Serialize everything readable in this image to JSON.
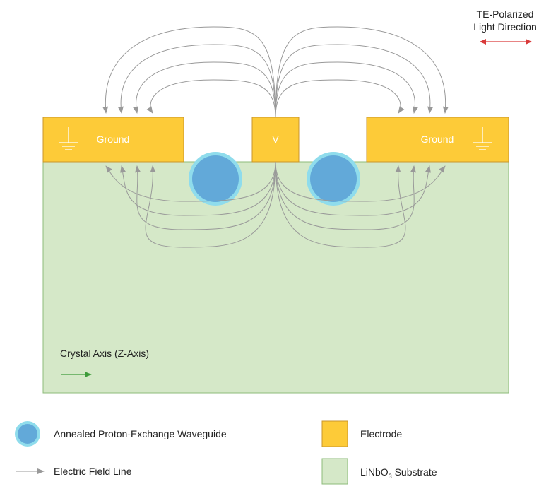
{
  "diagram": {
    "polarization": {
      "line1": "TE-Polarized",
      "line2": "Light Direction"
    },
    "electrodes": {
      "left": "Ground",
      "center": "V",
      "right": "Ground"
    },
    "crystal_axis": "Crystal Axis (Z-Axis)",
    "colors": {
      "substrate_fill": "#d5e8c8",
      "substrate_stroke": "#8dbb7a",
      "electrode_fill": "#fdcb38",
      "electrode_stroke": "#c9962c",
      "field_line": "#999999",
      "waveguide_outer": "#8fdcec",
      "waveguide_inner": "#62a9d9",
      "polarization_arrow": "#d93a3a",
      "axis_arrow": "#3d9b3a"
    }
  },
  "legend": {
    "waveguide": "Annealed Proton-Exchange Waveguide",
    "field_line": "Electric Field Line",
    "electrode": "Electrode",
    "substrate_prefix": "LiNbO",
    "substrate_sub": "3",
    "substrate_suffix": " Substrate"
  }
}
